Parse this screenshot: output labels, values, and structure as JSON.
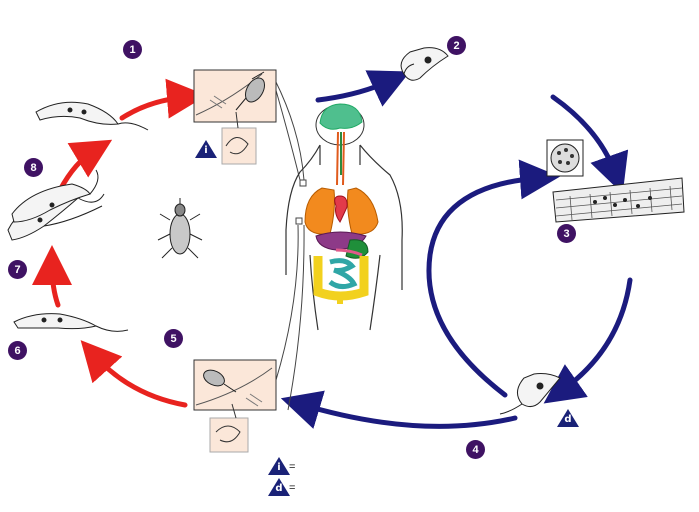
{
  "steps": [
    "1",
    "2",
    "3",
    "4",
    "5",
    "6",
    "7",
    "8"
  ],
  "stage_markers": {
    "infective": "i",
    "diagnostic": "d"
  },
  "legend": {
    "infective_symbol": "i",
    "infective_text": "=",
    "diagnostic_symbol": "d",
    "diagnostic_text": "="
  },
  "colors": {
    "human_cycle_arrow": "#1b1b7e",
    "vector_cycle_arrow": "#e8231f",
    "step_badge": "#3f1263",
    "stage_triangle": "#1a2277",
    "inset_background": "#fbe7d9"
  }
}
